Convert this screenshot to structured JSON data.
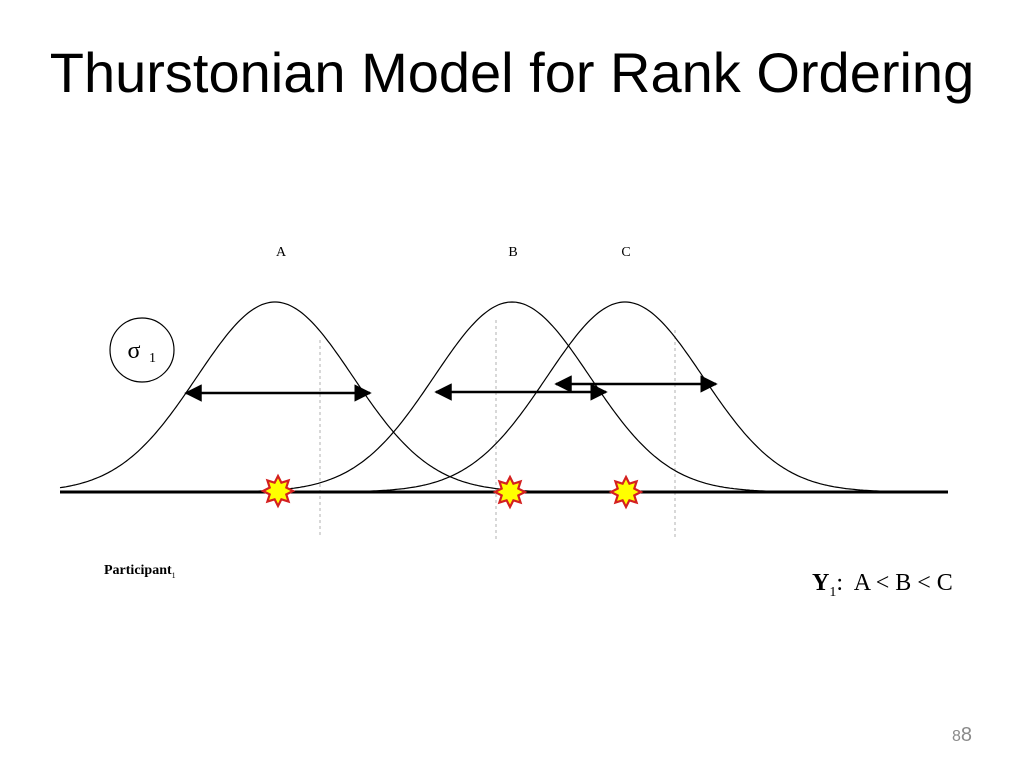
{
  "slide": {
    "title": "Thurstonian Model for Rank Ordering",
    "page_number": "8",
    "page_number_duplicate": "8"
  },
  "diagram": {
    "items": [
      {
        "label": "A"
      },
      {
        "label": "B"
      },
      {
        "label": "C"
      }
    ],
    "sigma": {
      "symbol": "σ",
      "subscript": "1"
    },
    "participant": {
      "name": "Participant",
      "subscript": "1"
    },
    "ranking": {
      "variable": "Y",
      "subscript": "1",
      "separator": ":",
      "order": "A < B < C"
    },
    "colors": {
      "star_fill": "#ffff00",
      "star_stroke": "#d42020",
      "line": "#000000",
      "dashed": "#b0b0b0"
    },
    "icons": [
      "star-marker-icon",
      "double-arrow-icon"
    ]
  }
}
